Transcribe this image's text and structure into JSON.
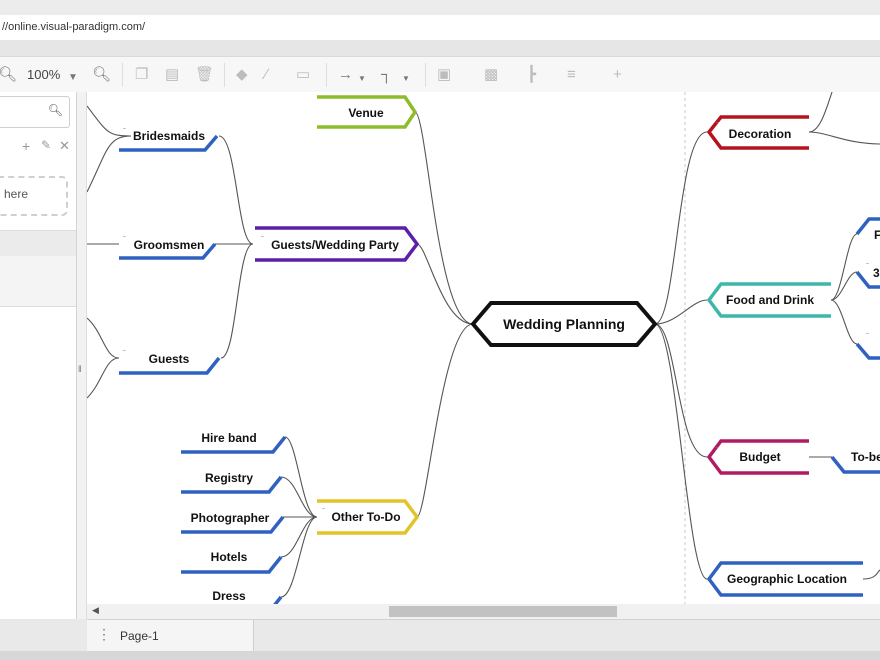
{
  "browser": {
    "url": "//online.visual-paradigm.com/"
  },
  "toolbar": {
    "zoom": "100%"
  },
  "sidebar": {
    "dropzone_text": "here"
  },
  "footer": {
    "page_tab": "Page-1"
  },
  "mindmap": {
    "center": "Wedding Planning",
    "nodes": {
      "venue": "Venue",
      "guests_party": "Guests/Wedding Party",
      "bridesmaids": "Bridesmaids",
      "groomsmen": "Groomsmen",
      "guests": "Guests",
      "other_todo": "Other To-Do",
      "hire_band": "Hire band",
      "registry": "Registry",
      "photographer": "Photographer",
      "hotels": "Hotels",
      "dress": "Dress",
      "decoration": "Decoration",
      "food_drink": "Food and Drink",
      "food_child_1": "F",
      "food_child_2": "3",
      "budget": "Budget",
      "budget_child": "To-be",
      "geo": "Geographic Location"
    },
    "colors": {
      "venue": "#8fbc2a",
      "guests_party": "#5b1fa8",
      "blue": "#2f62c0",
      "other_todo": "#e2c32a",
      "decoration": "#b3141d",
      "food_drink": "#3cb8a8",
      "budget": "#b01c63",
      "geo": "#2f62c0",
      "center": "#111111"
    }
  }
}
